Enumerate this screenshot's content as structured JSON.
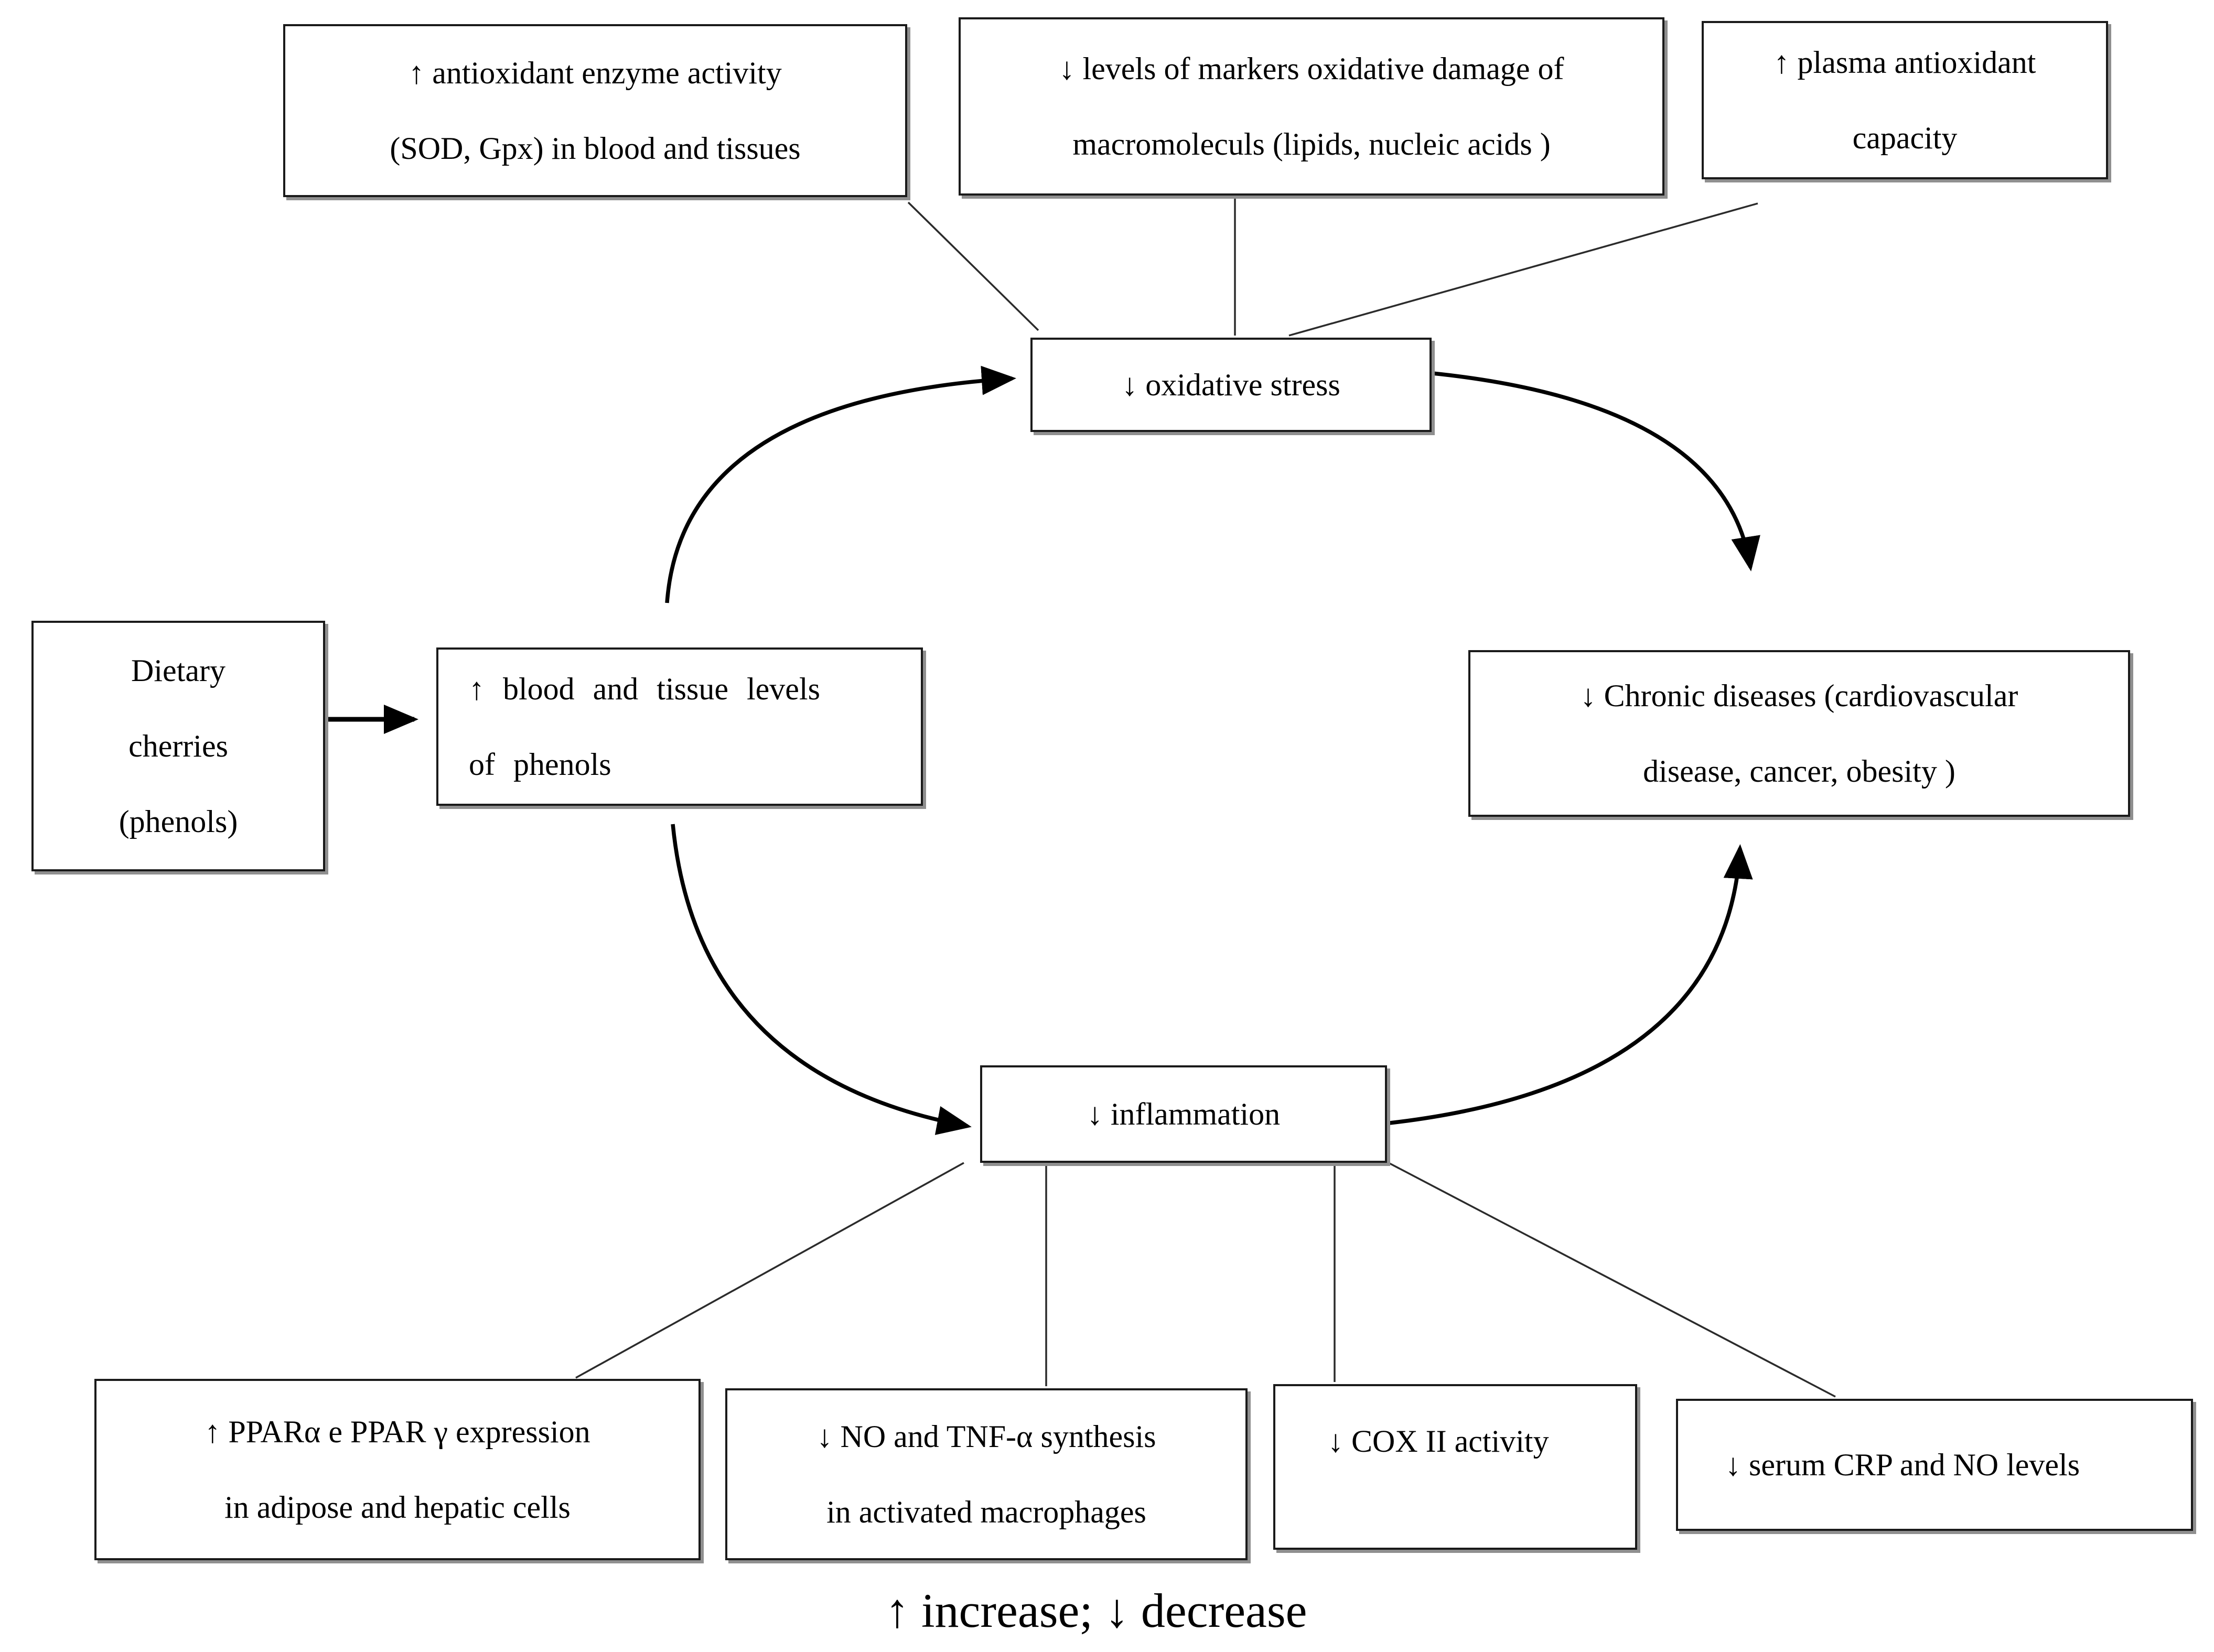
{
  "legend": "↑ increase; ↓ decrease",
  "nodes": {
    "antioxidant": {
      "line1": "↑ antioxidant enzyme activity",
      "line2": "(SOD, Gpx) in blood and tissues"
    },
    "markers": {
      "line1": "↓ levels of markers oxidative damage of",
      "line2": "macromoleculs (lipids, nucleic acids )"
    },
    "plasma": {
      "line1": "↑ plasma antioxidant",
      "line2": "capacity"
    },
    "oxidative_stress": {
      "line1": "↓ oxidative stress"
    },
    "dietary": {
      "line1": "Dietary",
      "line2": "cherries",
      "line3": "(phenols)"
    },
    "phenols": {
      "line1": "↑ blood and tissue levels",
      "line2": "of phenols"
    },
    "chronic": {
      "line1": "↓ Chronic diseases (cardiovascular",
      "line2": "disease, cancer, obesity )"
    },
    "inflammation": {
      "line1": "↓ inflammation"
    },
    "ppar": {
      "line1": "↑ PPARα e PPAR γ expression",
      "line2": "in adipose and hepatic cells"
    },
    "no_tnf": {
      "line1": "↓ NO and TNF-α synthesis",
      "line2": "in activated macrophages"
    },
    "cox": {
      "line1": "↓ COX II activity"
    },
    "serum": {
      "line1": "↓ serum CRP and NO levels"
    }
  },
  "colors": {
    "background": "#ffffff",
    "text": "#000000",
    "box_border": "#1a1a1a",
    "box_shadow": "#8f8f8f",
    "connector_line": "#2b2b2b",
    "arrow": "#000000"
  }
}
